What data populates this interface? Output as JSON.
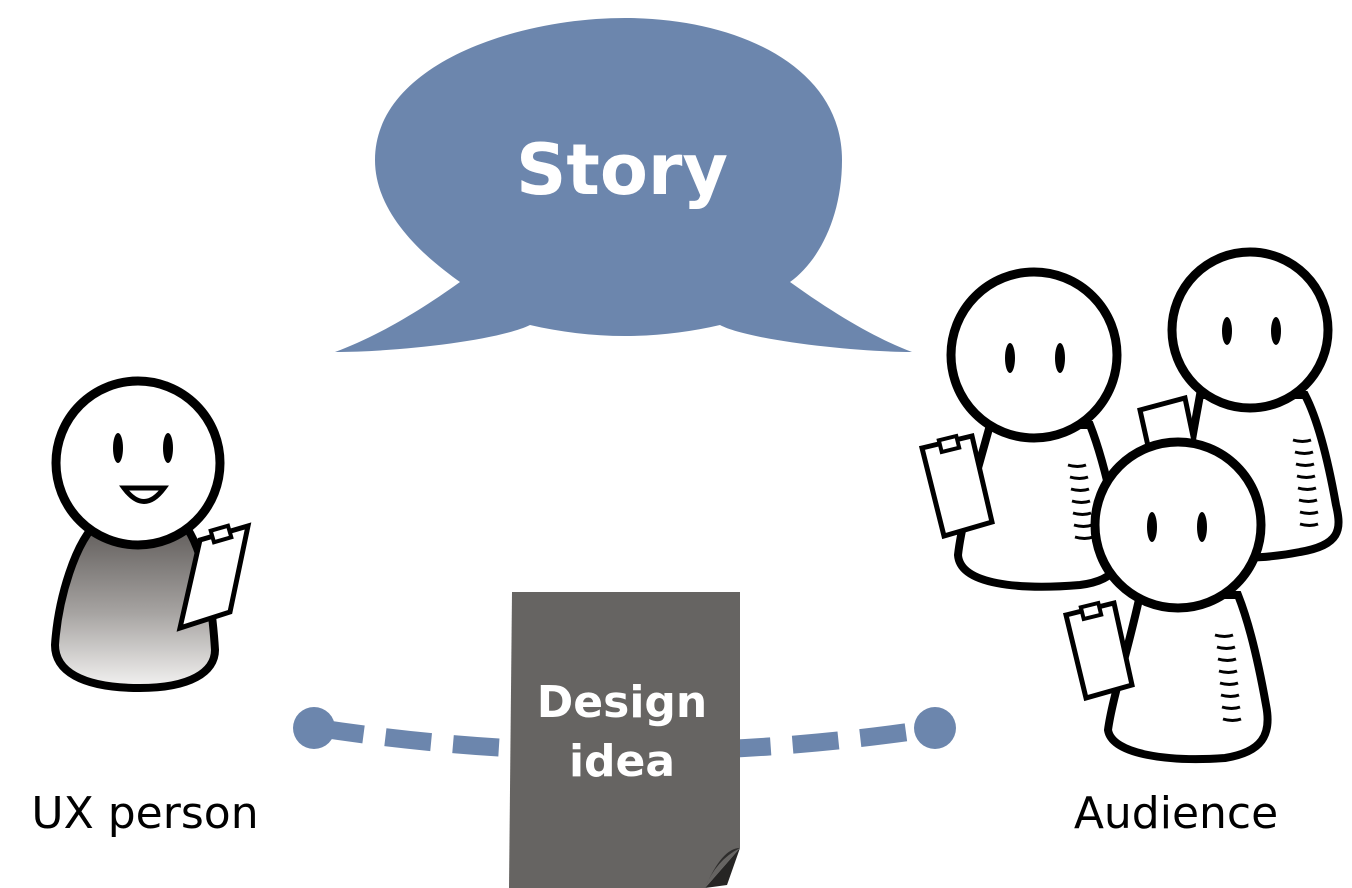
{
  "speech_bubble": {
    "text": "Story",
    "color": "#6c86ad"
  },
  "document": {
    "line1": "Design",
    "line2": "idea",
    "color": "#666462"
  },
  "connector": {
    "color": "#6c86ad"
  },
  "labels": {
    "left": "UX person",
    "right": "Audience"
  },
  "icons": {
    "presenter": "smiling-person-with-clipboard",
    "audience": "three-people-with-clipboards"
  }
}
